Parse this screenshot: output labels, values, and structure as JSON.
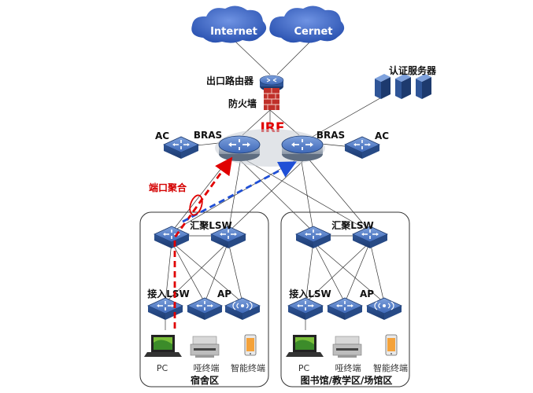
{
  "clouds": {
    "internet": "Internet",
    "cernet": "Cernet"
  },
  "core": {
    "router": "出口路由器",
    "firewall": "防火墙",
    "irf": "IRF",
    "bras_left": "BRAS",
    "bras_right": "BRAS",
    "ac_left": "AC",
    "ac_right": "AC",
    "auth_server": "认证服务器",
    "port_aggregation": "端口聚合"
  },
  "left_zone": {
    "name": "宿舍区",
    "agg_label": "汇聚LSW",
    "access_label": "接入LSW",
    "ap_label": "AP",
    "terminals": [
      "PC",
      "哑终端",
      "智能终端"
    ]
  },
  "right_zone": {
    "name": "图书馆/教学区/场馆区",
    "agg_label": "汇聚LSW",
    "access_label": "接入LSW",
    "ap_label": "AP",
    "terminals": [
      "PC",
      "哑终端",
      "智能终端"
    ]
  },
  "colors": {
    "device_blue": "#2f5597",
    "cloud_blue": "#3a62c2",
    "accent_red": "#e00000",
    "flow_blue": "#1f4fd6"
  }
}
